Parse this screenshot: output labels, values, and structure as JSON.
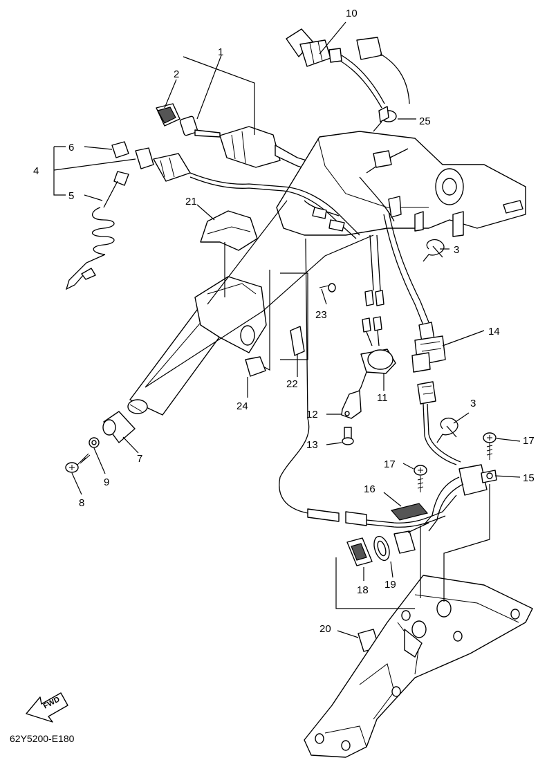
{
  "diagram": {
    "drawing_code": "62Y5200-E180",
    "fwd_label": "FWD",
    "callouts": [
      {
        "id": "c1",
        "text": "1"
      },
      {
        "id": "c2",
        "text": "2"
      },
      {
        "id": "c3a",
        "text": "3"
      },
      {
        "id": "c3b",
        "text": "3"
      },
      {
        "id": "c4",
        "text": "4"
      },
      {
        "id": "c5",
        "text": "5"
      },
      {
        "id": "c6",
        "text": "6"
      },
      {
        "id": "c7",
        "text": "7"
      },
      {
        "id": "c8",
        "text": "8"
      },
      {
        "id": "c9",
        "text": "9"
      },
      {
        "id": "c10",
        "text": "10"
      },
      {
        "id": "c11",
        "text": "11"
      },
      {
        "id": "c12",
        "text": "12"
      },
      {
        "id": "c13",
        "text": "13"
      },
      {
        "id": "c14",
        "text": "14"
      },
      {
        "id": "c15",
        "text": "15"
      },
      {
        "id": "c16",
        "text": "16"
      },
      {
        "id": "c17a",
        "text": "17"
      },
      {
        "id": "c17b",
        "text": "17"
      },
      {
        "id": "c18",
        "text": "18"
      },
      {
        "id": "c19",
        "text": "19"
      },
      {
        "id": "c20",
        "text": "20"
      },
      {
        "id": "c21",
        "text": "21"
      },
      {
        "id": "c22",
        "text": "22"
      },
      {
        "id": "c23",
        "text": "23"
      },
      {
        "id": "c24",
        "text": "24"
      },
      {
        "id": "c25",
        "text": "25"
      }
    ]
  }
}
